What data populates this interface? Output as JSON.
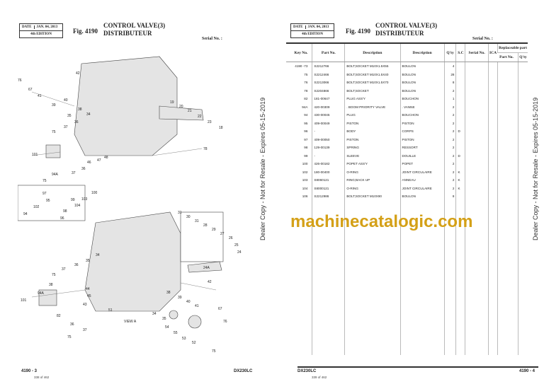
{
  "left": {
    "date_label": "DATE",
    "date": "JAN. 04, 2013",
    "edition": "4th EDITION",
    "fig": "Fig. 4190",
    "title_en": "CONTROL VALVE(3)",
    "title_fr": "DISTRIBUTEUR",
    "serial": "Serial No. :",
    "view_label": "VIEW A",
    "page": "4190 - 3",
    "page_of": "338 of 462",
    "model": "DX230LC",
    "callouts": [
      "42",
      "76",
      "67",
      "41",
      "40",
      "39",
      "38",
      "34",
      "35",
      "36",
      "37",
      "75",
      "101",
      "94A",
      "75",
      "97",
      "95",
      "102",
      "94",
      "104",
      "103",
      "100",
      "98",
      "99",
      "96",
      "48",
      "46",
      "47",
      "36",
      "37",
      "19",
      "20",
      "21",
      "22",
      "23",
      "18",
      "78",
      "31",
      "30",
      "31",
      "28",
      "29",
      "27",
      "26",
      "25",
      "24",
      "34",
      "35",
      "36",
      "37",
      "75",
      "24A",
      "42",
      "38",
      "38",
      "94A",
      "101",
      "45",
      "44",
      "43",
      "39",
      "40",
      "41",
      "67",
      "51",
      "36",
      "34",
      "35",
      "54",
      "55",
      "53",
      "52",
      "76",
      "37",
      "75",
      "82",
      "75"
    ]
  },
  "right": {
    "date_label": "DATE",
    "date": "JAN. 04, 2013",
    "edition": "4th EDITION",
    "fig": "Fig. 4190",
    "title_en": "CONTROL VALVE(3)",
    "title_fr": "DISTRIBUTEUR",
    "serial": "Serial No. :",
    "model": "DX230LC",
    "page": "4190 - 4",
    "page_of": "339 of 462",
    "headers": {
      "key": "Key No.",
      "part": "Part No.",
      "desc": "Description",
      "desc_fr": "Description",
      "qty": "Q'ty",
      "sc": "S.C",
      "serial": "Serial No.",
      "ica": "ICA",
      "repl": "Replaceable part",
      "repl_part": "Part No.",
      "repl_qty": "Q'ty"
    },
    "rows": [
      [
        "4190 -73",
        "S2212766",
        "BOLT;SOCKET M10X1.5X55",
        "BOULON",
        "4",
        ""
      ],
      [
        "75",
        "S2212466",
        "BOLT;SOCKET M10X1.5X40",
        "BOULON",
        "28",
        ""
      ],
      [
        "76",
        "S2213066",
        "BOLT;SOCKET M10X1.5X70",
        "BOULON",
        "8",
        ""
      ],
      [
        "78",
        "S2204866",
        "BOLT;SOCKET",
        "BOULON",
        "2",
        ""
      ],
      [
        "82",
        "181-00647",
        "PLUG ASS'Y",
        "BOUCHON",
        "1",
        ""
      ],
      [
        "94A",
        "420-00309",
        ". BOOM PRIORITY VALVE",
        ". VANNE",
        "2",
        ""
      ],
      [
        "94",
        "430-00045",
        "PLUG",
        "BOUCHON",
        "2",
        ""
      ],
      [
        "95",
        "409-00049",
        "PISTON",
        "PISTON",
        "2",
        ""
      ],
      [
        "96",
        "-",
        "BODY",
        "CORPS",
        "2",
        "D"
      ],
      [
        "97",
        "409-00050",
        "PISTON",
        "PISTON",
        "2",
        ""
      ],
      [
        "98",
        "129-00139",
        "SPRING",
        "RESSORT",
        "2",
        ""
      ],
      [
        "99",
        "-",
        "SLEEVE",
        "DOUILLE",
        "2",
        "D"
      ],
      [
        "100",
        "426-00182",
        "POPET ASS'Y",
        "POPET",
        "2",
        ""
      ],
      [
        "102",
        "180-00400",
        "O-RING",
        "JOINT CIRCULAIRE",
        "2",
        "K"
      ],
      [
        "103",
        "S8060121",
        "RING;BACK UP",
        "ANNEAU",
        "2",
        "K"
      ],
      [
        "104",
        "S8000121",
        "O-RING",
        "JOINT CIRCULAIRE",
        "2",
        "K"
      ],
      [
        "106",
        "S2212986",
        "BOLT;SOCKET M10X90",
        "BOULON",
        "8",
        ""
      ]
    ]
  },
  "watermark": "machinecatalogic.com",
  "dealer_notice": "Dealer Copy - Not for Resale - Expires 05-15-2019"
}
